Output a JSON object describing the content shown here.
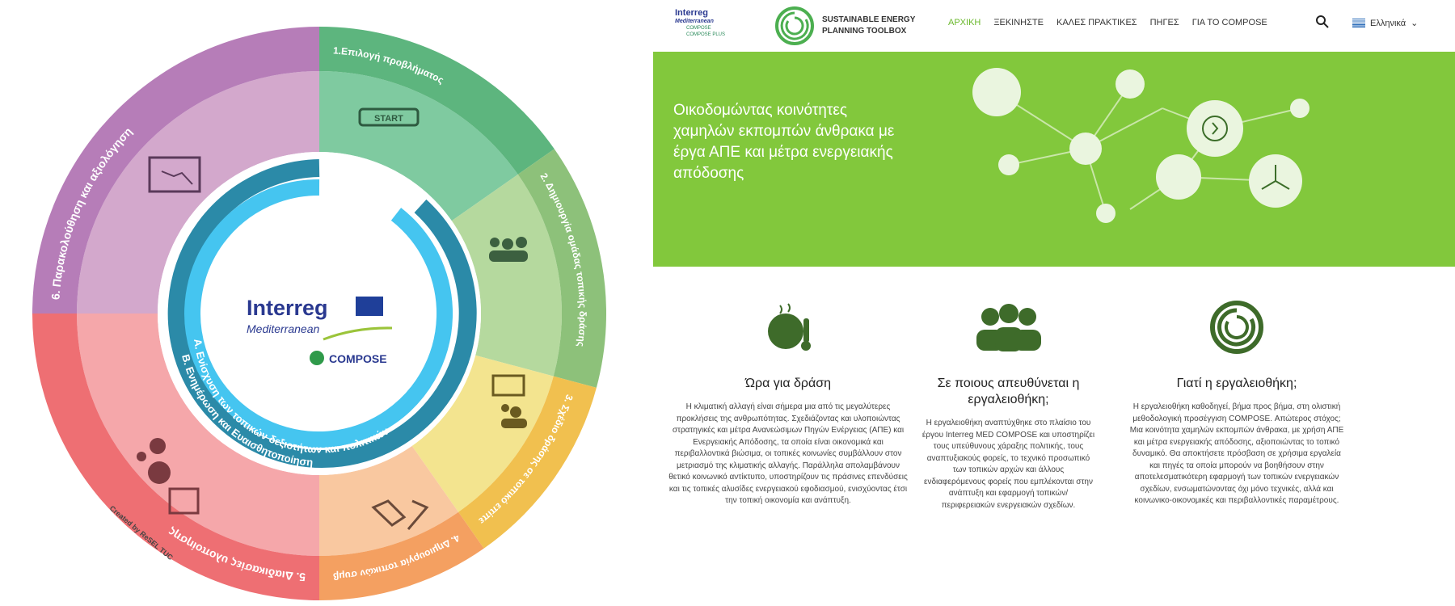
{
  "diagram": {
    "steps": [
      "1.Επιλογή προβλήματος",
      "2. Δημιουργία ομάδας τοπικής δράσης",
      "3. Σχέδιο δράσης σε τοπικό επίπεδο",
      "4. Δημιουργία τοπικών συμβάσεων",
      "5. Διαδικασίες υλοποίησης",
      "6. Παρακολούθηση και αξιολόγηση"
    ],
    "start_label": "START",
    "ring_a": "Α. Ενίσχυση των τοπικών δεξιοτήτων και πολιτικών",
    "ring_b": "Β. Ενημέρωση και Ευαισθητοποίηση",
    "logo_interreg": "Interreg",
    "logo_med": "Mediterranean",
    "logo_compose": "COMPOSE",
    "credit": "Created by ReSEL TUC",
    "colors": {
      "green": "#5db57e",
      "lightgreen": "#8dc17a",
      "yellow": "#f1c04f",
      "orange": "#f4a061",
      "red": "#ee6f73",
      "purple": "#b67db8"
    }
  },
  "header": {
    "logo_interreg": "Interreg",
    "logo_med": "Mediterranean",
    "logo_compose": "COMPOSE",
    "logo_compose_plus": "COMPOSE PLUS",
    "toolbox_title": "SUSTAINABLE ENERGY PLANNING TOOLBOX",
    "nav": [
      "ΑΡΧΙΚΗ",
      "ΞΕΚΙΝΗΣΤΕ",
      "ΚΑΛΕΣ ΠΡΑΚΤΙΚΕΣ",
      "ΠΗΓΕΣ",
      "ΓΙΑ ΤΟ COMPOSE"
    ],
    "language": "Ελληνικά"
  },
  "banner": {
    "title": "Οικοδομώντας κοινότητες χαμηλών εκπομπών άνθρακα με έργα ΑΠΕ και μέτρα ενεργειακής απόδοσης",
    "color": "#82c83c"
  },
  "columns": [
    {
      "title": "Ώρα για δράση",
      "text": "Η κλιματική αλλαγή είναι σήμερα μια από τις μεγαλύτερες προκλήσεις της ανθρωπότητας. Σχεδιάζοντας και υλοποιώντας στρατηγικές και μέτρα Ανανεώσιμων Πηγών Ενέργειας (ΑΠΕ) και Ενεργειακής Απόδοσης, τα οποία είναι οικονομικά και περιβαλλοντικά βιώσιμα, οι τοπικές κοινωνίες συμβάλλουν στον μετριασμό της κλιματικής αλλαγής. Παράλληλα απολαμβάνουν θετικό κοινωνικό αντίκτυπο, υποστηρίζουν τις πράσινες επενδύσεις και τις τοπικές αλυσίδες ενεργειακού εφοδιασμού, ενισχύοντας έτσι την τοπική οικονομία και ανάπτυξη."
    },
    {
      "title": "Σε ποιους απευθύνεται η εργαλειοθήκη;",
      "text": "Η εργαλειοθήκη αναπτύχθηκε στο πλαίσιο του έργου Interreg MED COMPOSE και υποστηρίζει τους υπεύθυνους χάραξης πολιτικής, τους αναπτυξιακούς φορείς, το τεχνικό προσωπικό των τοπικών αρχών και άλλους ενδιαφερόμενους φορείς που εμπλέκονται στην ανάπτυξη και εφαρμογή τοπικών/ περιφερειακών ενεργειακών σχεδίων."
    },
    {
      "title": "Γιατί η εργαλειοθήκη;",
      "text": "Η εργαλειοθήκη καθοδηγεί, βήμα προς βήμα, στη ολιστική μεθοδολογική προσέγγιση COMPOSE. Απώτερος στόχος; Μια κοινότητα χαμηλών εκπομπών άνθρακα, με χρήση ΑΠΕ και μέτρα ενεργειακής απόδοσης, αξιοποιώντας το τοπικό δυναμικό. Θα αποκτήσετε πρόσβαση σε χρήσιμα εργαλεία και πηγές τα οποία μπορούν να βοηθήσουν στην αποτελεσματικότερη εφαρμογή των τοπικών ενεργειακών σχεδίων, ενσωματώνοντας όχι μόνο τεχνικές, αλλά και κοινωνικο-οικονομικές και περιβαλλοντικές παραμέτρους."
    }
  ]
}
